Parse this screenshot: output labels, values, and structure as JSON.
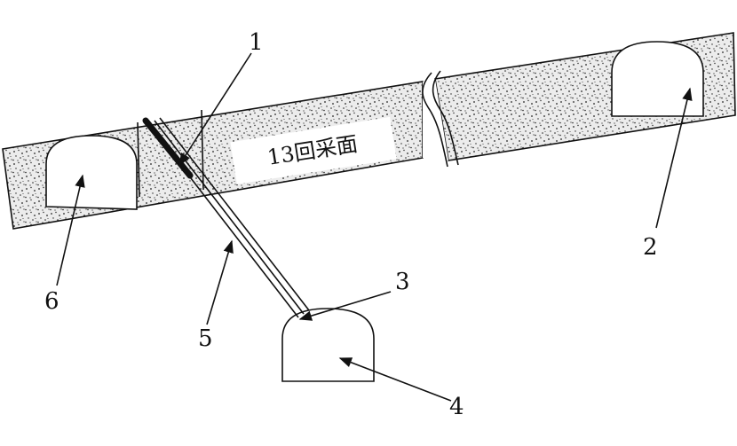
{
  "seam": {
    "label": "13回采面",
    "fill_color": "#e7e7e7",
    "dot_color": "#222222"
  },
  "callouts": [
    {
      "id": "1",
      "text": "1"
    },
    {
      "id": "2",
      "text": "2"
    },
    {
      "id": "3",
      "text": "3"
    },
    {
      "id": "4",
      "text": "4"
    },
    {
      "id": "5",
      "text": "5"
    },
    {
      "id": "6",
      "text": "6"
    }
  ],
  "colors": {
    "line": "#111111",
    "background": "#ffffff"
  }
}
